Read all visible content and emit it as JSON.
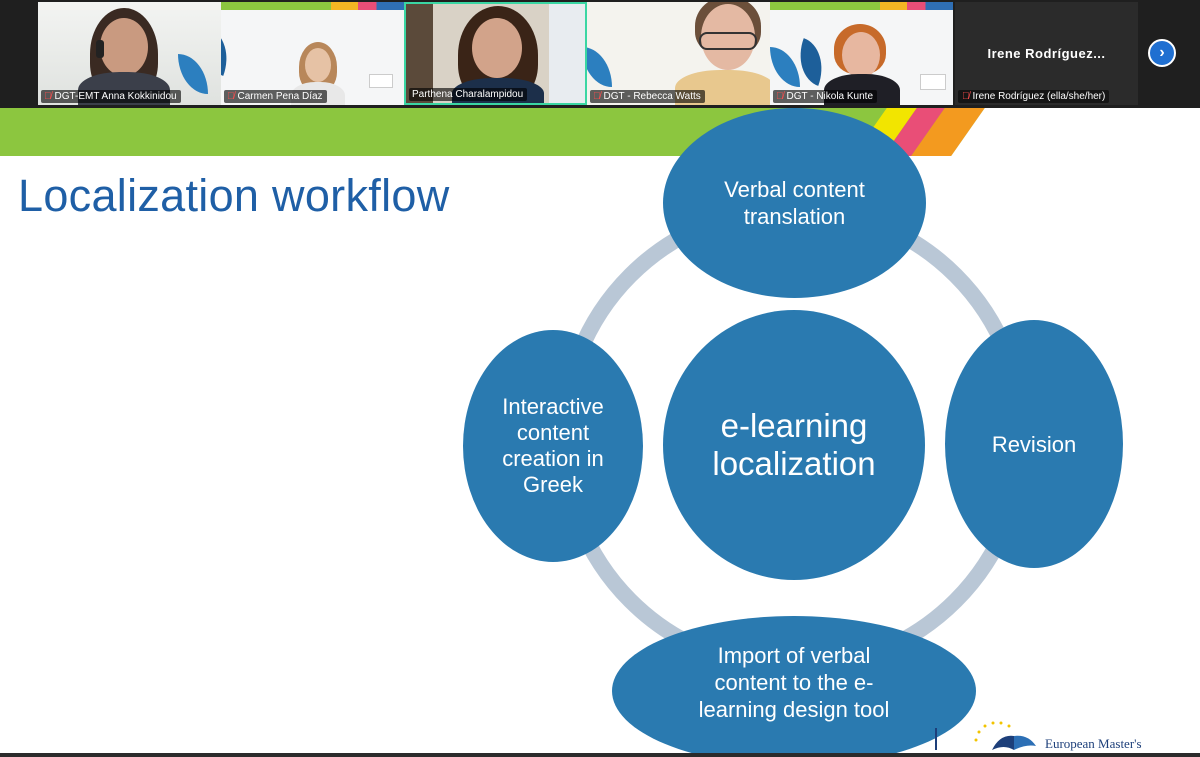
{
  "participants": [
    {
      "name": "DGT-EMT Anna Kokkinidou",
      "muted": true,
      "speaking": false
    },
    {
      "name": "Carmen Pena Díaz",
      "muted": true,
      "speaking": false
    },
    {
      "name": "Parthena Charalampidou",
      "muted": false,
      "speaking": true
    },
    {
      "name": "DGT - Rebecca Watts",
      "muted": true,
      "speaking": false
    },
    {
      "name": "DGT - Nikola Kunte",
      "muted": true,
      "speaking": false
    },
    {
      "name": "Irene Rodríguez (ella/she/her)",
      "muted": true,
      "speaking": false
    }
  ],
  "video_off_display_name": "Irene  Rodríguez...",
  "icons": {
    "mic_off": "mic-off-icon",
    "next_page": "chevron-right-icon"
  },
  "slide": {
    "title": "Localization workflow",
    "center": [
      "e-learning",
      "localization"
    ],
    "nodes": {
      "top": [
        "Verbal content",
        "translation"
      ],
      "right": [
        "Revision"
      ],
      "bottom": [
        "Import of verbal",
        "content to the e-",
        "learning design tool"
      ],
      "left": [
        "Interactive",
        "content",
        "creation in",
        "Greek"
      ]
    },
    "footer_brand": "European Master's"
  },
  "colors": {
    "node_fill": "#2a7ab0",
    "ring": "#b9c7d6",
    "title": "#1f5fa6",
    "band_green": "#8cc63f",
    "speaking_border": "#3ad6a3",
    "next_button": "#1f6fd1"
  }
}
